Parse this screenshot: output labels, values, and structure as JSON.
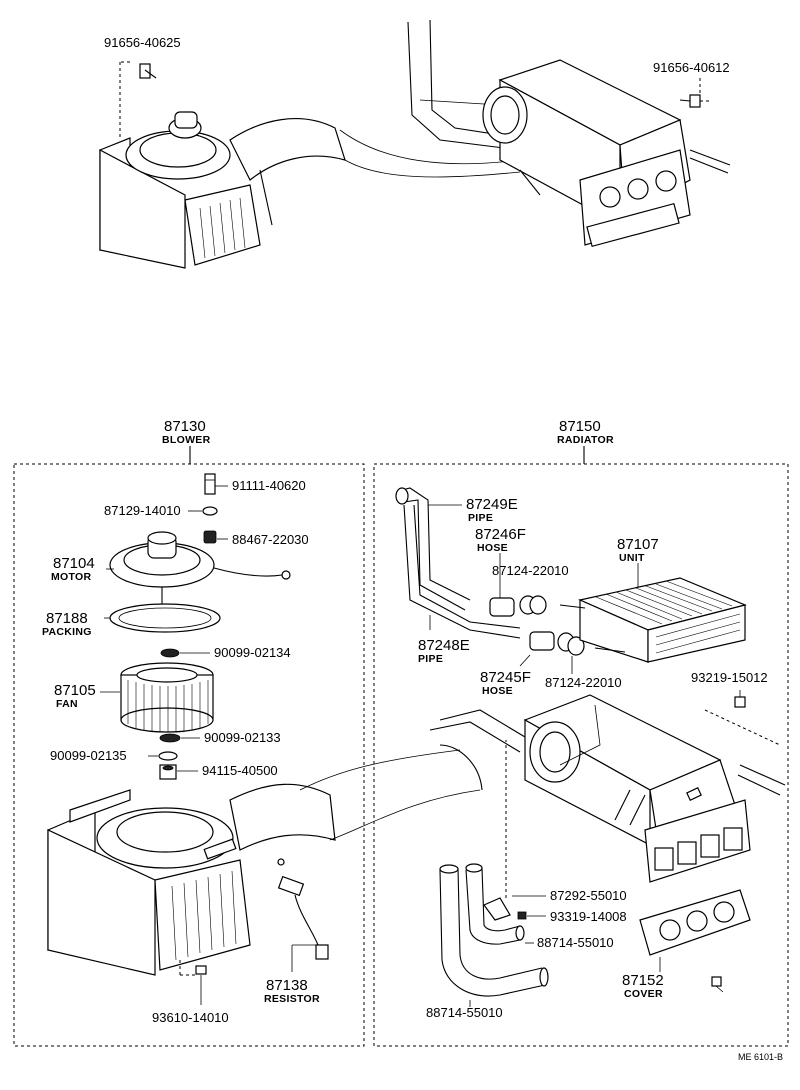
{
  "overview": {
    "bolt_left": "91656-40625",
    "bolt_right": "91656-40612"
  },
  "blower": {
    "number": "87130",
    "caption": "BLOWER",
    "parts": {
      "screw": "91111-40620",
      "washer_top": "87129-14010",
      "grommet": "88467-22030",
      "motor_no": "87104",
      "motor_name": "MOTOR",
      "packing_no": "87188",
      "packing_name": "PACKING",
      "washer_a": "90099-02134",
      "fan_no": "87105",
      "fan_name": "FAN",
      "washer_b": "90099-02133",
      "washer_c": "90099-02135",
      "nut": "94115-40500",
      "resistor_no": "87138",
      "resistor_name": "RESISTOR",
      "screw_bottom": "93610-14010"
    }
  },
  "radiator": {
    "number": "87150",
    "caption": "RADIATOR",
    "parts": {
      "pipe_e_no": "87249E",
      "pipe_e_name": "PIPE",
      "hose_f_no": "87246F",
      "hose_f_name": "HOSE",
      "clamp_a": "87124-22010",
      "unit_no": "87107",
      "unit_name": "UNIT",
      "pipe_e2_no": "87248E",
      "pipe_e2_name": "PIPE",
      "hose_f2_no": "87245F",
      "hose_f2_name": "HOSE",
      "clamp_b": "87124-22010",
      "bolt": "93219-15012",
      "bracket": "87292-55010",
      "screw": "93319-14008",
      "hose_upper": "88714-55010",
      "hose_lower": "88714-55010",
      "cover_no": "87152",
      "cover_name": "COVER"
    }
  },
  "footer": {
    "code": "ME  6101-B"
  }
}
